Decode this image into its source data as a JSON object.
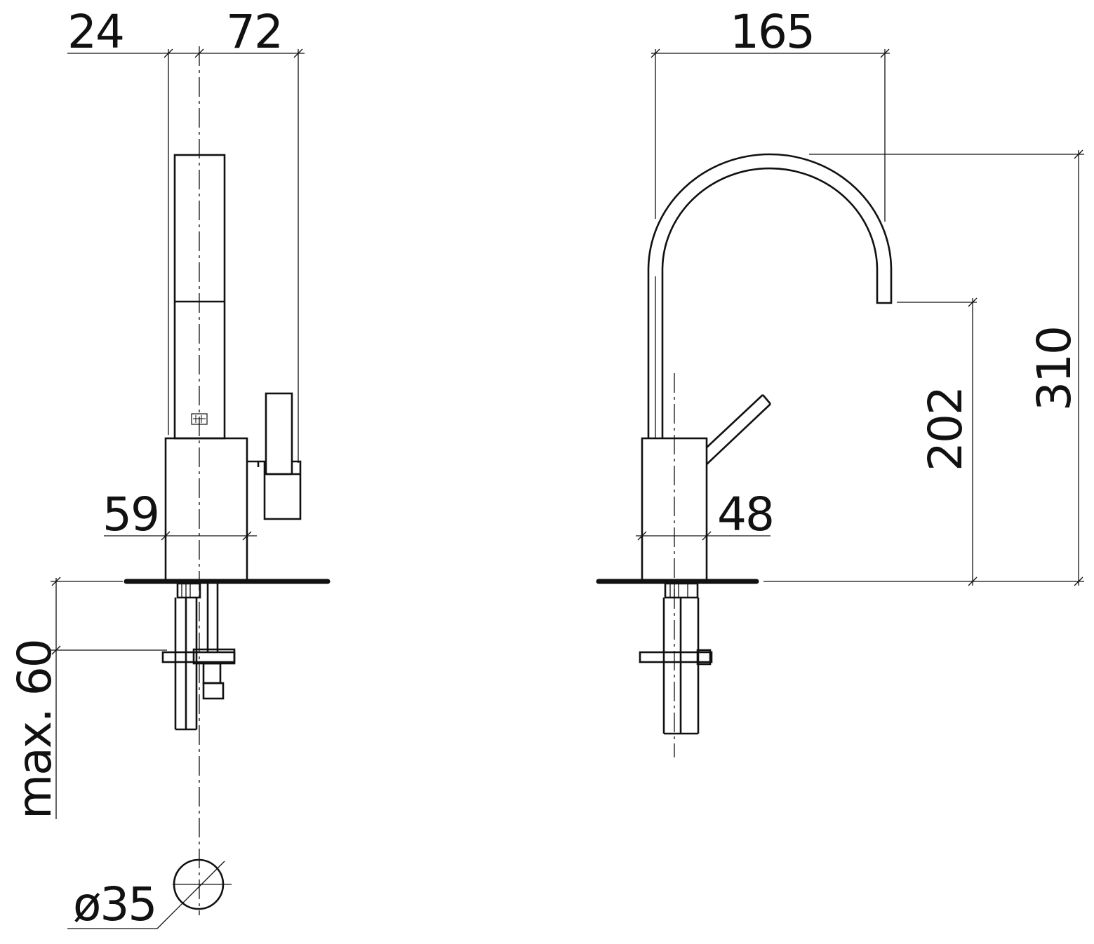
{
  "side_view": {
    "dimensions": {
      "width_left": "24",
      "width_right": "72",
      "body_width": "59",
      "max_mount": "max. 60",
      "hole_diameter": "ø35"
    }
  },
  "front_view": {
    "dimensions": {
      "reach": "165",
      "body_width": "48",
      "spout_height": "202",
      "total_height": "310"
    }
  }
}
